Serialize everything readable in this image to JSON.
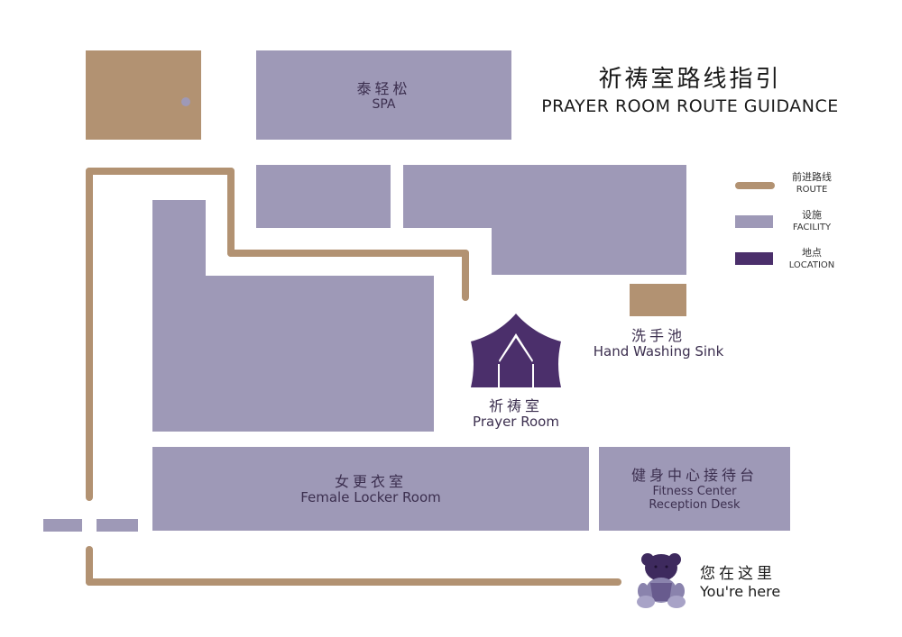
{
  "title": {
    "cn": "祈祷室路线指引",
    "en": "PRAYER ROOM ROUTE GUIDANCE"
  },
  "colors": {
    "route": "#b29272",
    "facility": "#9e99b7",
    "location": "#4b2f6b",
    "background": "#ffffff",
    "text": "#3c2f4f"
  },
  "legend": [
    {
      "icon": "route-line",
      "cn": "前进路线",
      "en": "ROUTE"
    },
    {
      "icon": "facility-block",
      "cn": "设施",
      "en": "FACILITY"
    },
    {
      "icon": "location-block",
      "cn": "地点",
      "en": "LOCATION"
    }
  ],
  "facilities": {
    "spa": {
      "cn": "泰轻松",
      "en": "SPA"
    },
    "female_locker": {
      "cn": "女更衣室",
      "en": "Female Locker Room"
    },
    "fitness_reception": {
      "cn": "健身中心接待台",
      "en_line1": "Fitness Center",
      "en_line2": "Reception Desk"
    },
    "sink": {
      "cn": "洗手池",
      "en": "Hand Washing Sink"
    }
  },
  "destination": {
    "cn": "祈祷室",
    "en": "Prayer Room",
    "icon": "tent-icon"
  },
  "you_are_here": {
    "cn": "您在这里",
    "en": "You're here",
    "icon": "teddy-bear-icon"
  }
}
